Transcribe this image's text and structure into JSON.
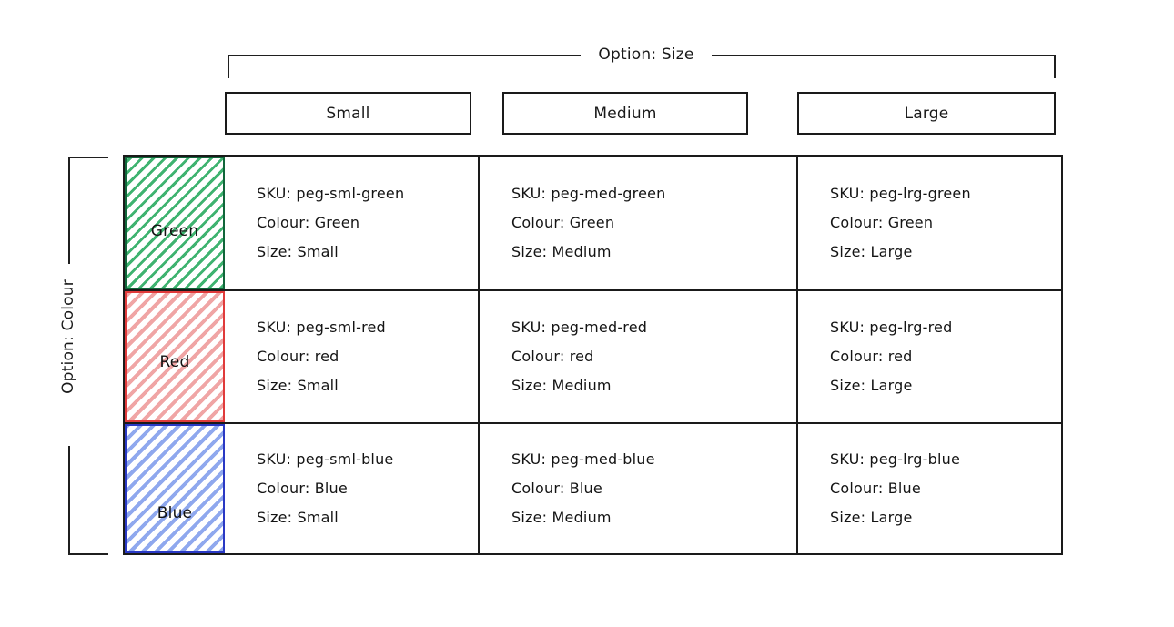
{
  "diagram": {
    "column_axis": {
      "label": "Option: Size",
      "headers": [
        "Small",
        "Medium",
        "Large"
      ]
    },
    "row_axis": {
      "label": "Option: Colour",
      "headers": [
        "Green",
        "Red",
        "Blue"
      ],
      "colors": [
        {
          "name": "Green",
          "border": "#11663a",
          "hatch": "#3fb370"
        },
        {
          "name": "Red",
          "border": "#e03b3b",
          "hatch": "#f0a5a5"
        },
        {
          "name": "Blue",
          "border": "#2a39c4",
          "hatch": "#8fa8ee"
        }
      ]
    },
    "field_labels": {
      "sku": "SKU:",
      "colour": "Colour:",
      "size": "Size:"
    },
    "cells": [
      [
        {
          "sku": "SKU: peg-sml-green",
          "colour": "Colour: Green",
          "size": "Size: Small"
        },
        {
          "sku": "SKU: peg-med-green",
          "colour": "Colour: Green",
          "size": "Size: Medium"
        },
        {
          "sku": "SKU: peg-lrg-green",
          "colour": "Colour: Green",
          "size": "Size: Large"
        }
      ],
      [
        {
          "sku": "SKU: peg-sml-red",
          "colour": "Colour: red",
          "size": "Size: Small"
        },
        {
          "sku": "SKU: peg-med-red",
          "colour": "Colour: red",
          "size": "Size: Medium"
        },
        {
          "sku": "SKU: peg-lrg-red",
          "colour": "Colour: red",
          "size": "Size: Large"
        }
      ],
      [
        {
          "sku": "SKU: peg-sml-blue",
          "colour": "Colour: Blue",
          "size": "Size: Small"
        },
        {
          "sku": "SKU: peg-med-blue",
          "colour": "Colour: Blue",
          "size": "Size: Medium"
        },
        {
          "sku": "SKU: peg-lrg-blue",
          "colour": "Colour: Blue",
          "size": "Size: Large"
        }
      ]
    ]
  }
}
